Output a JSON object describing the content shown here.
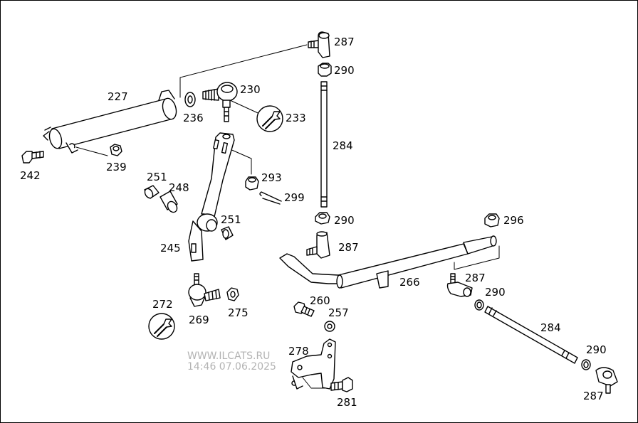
{
  "watermark": {
    "site": "WWW.ILCATS.RU",
    "timestamp": "14:46 07.06.2025"
  },
  "callouts": [
    {
      "id": "227",
      "label": "227"
    },
    {
      "id": "236",
      "label": "236"
    },
    {
      "id": "230",
      "label": "230"
    },
    {
      "id": "233",
      "label": "233"
    },
    {
      "id": "287a",
      "label": "287"
    },
    {
      "id": "290a",
      "label": "290"
    },
    {
      "id": "284a",
      "label": "284"
    },
    {
      "id": "242",
      "label": "242"
    },
    {
      "id": "239",
      "label": "239"
    },
    {
      "id": "251a",
      "label": "251"
    },
    {
      "id": "248",
      "label": "248"
    },
    {
      "id": "293",
      "label": "293"
    },
    {
      "id": "299",
      "label": "299"
    },
    {
      "id": "251b",
      "label": "251"
    },
    {
      "id": "245",
      "label": "245"
    },
    {
      "id": "290b",
      "label": "290"
    },
    {
      "id": "287b",
      "label": "287"
    },
    {
      "id": "296",
      "label": "296"
    },
    {
      "id": "266",
      "label": "266"
    },
    {
      "id": "287c",
      "label": "287"
    },
    {
      "id": "290c",
      "label": "290"
    },
    {
      "id": "284b",
      "label": "284"
    },
    {
      "id": "290d",
      "label": "290"
    },
    {
      "id": "287d",
      "label": "287"
    },
    {
      "id": "272",
      "label": "272"
    },
    {
      "id": "269",
      "label": "269"
    },
    {
      "id": "275",
      "label": "275"
    },
    {
      "id": "260",
      "label": "260"
    },
    {
      "id": "257",
      "label": "257"
    },
    {
      "id": "278",
      "label": "278"
    },
    {
      "id": "281",
      "label": "281"
    }
  ]
}
